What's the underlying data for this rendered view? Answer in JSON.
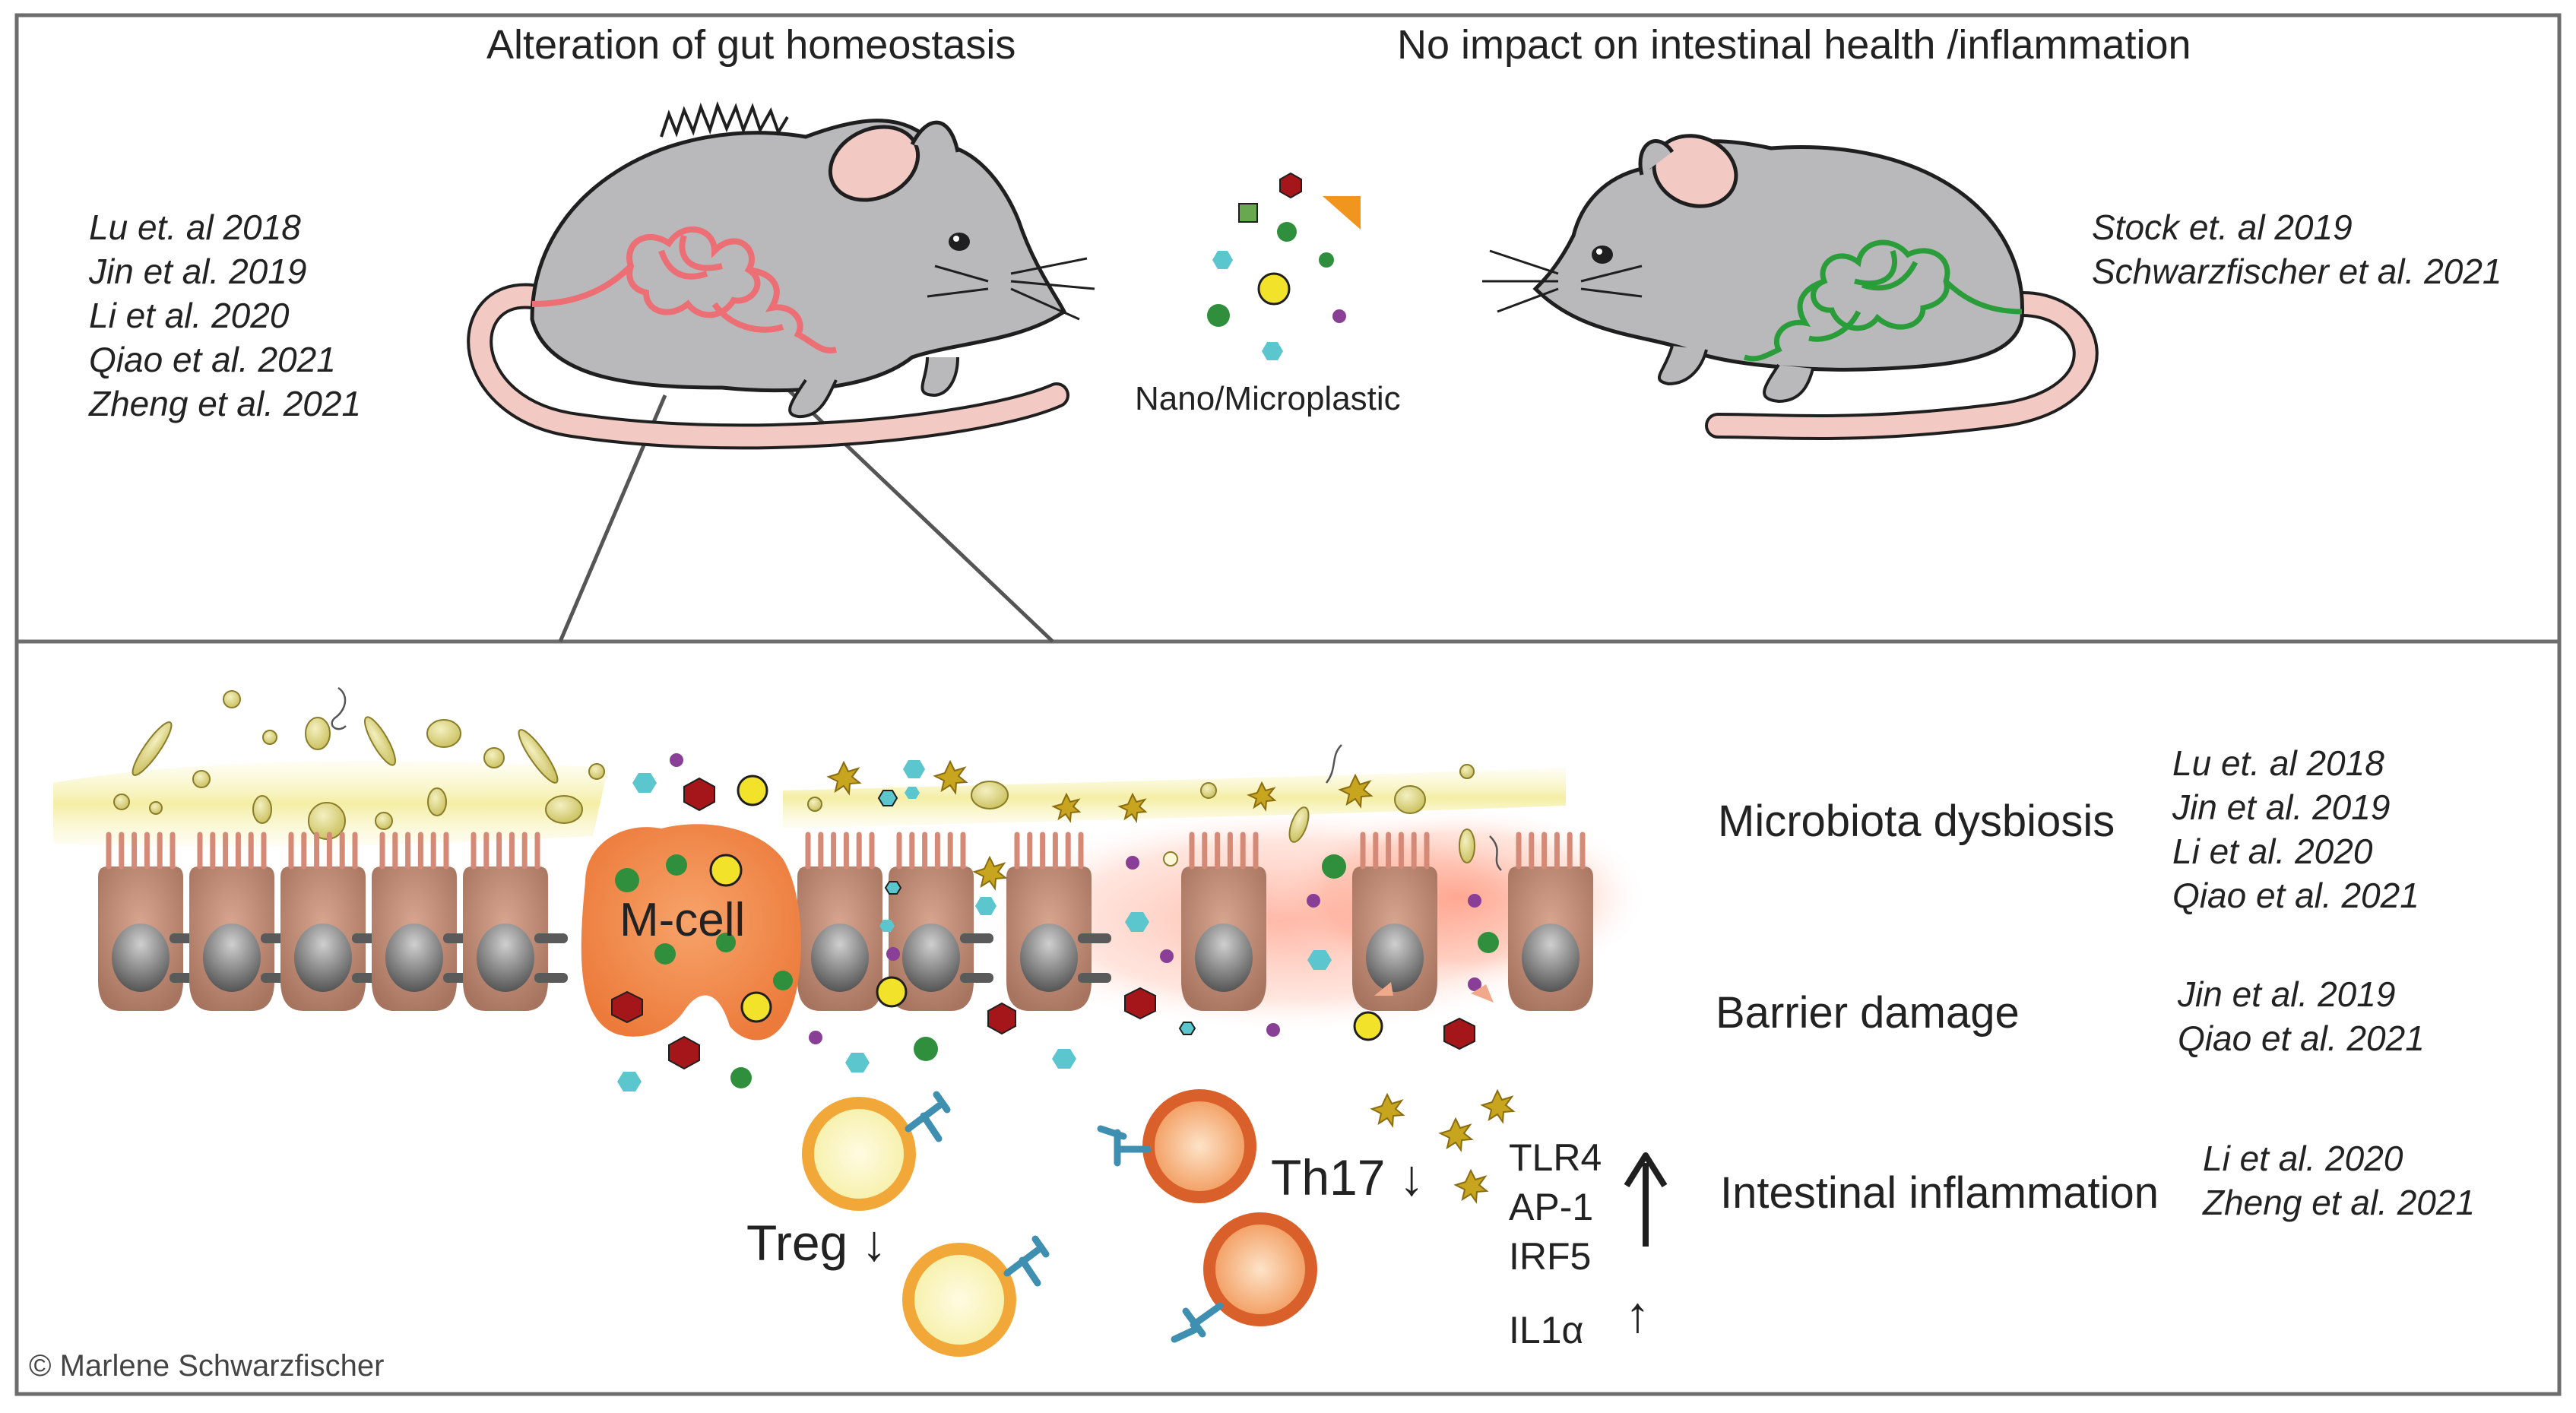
{
  "top": {
    "left_heading": "Alteration of gut homeostasis",
    "right_heading": "No impact on intestinal health /inflammation",
    "left_refs": [
      "Lu et. al 2018",
      "Jin et al. 2019",
      "Li et al. 2020",
      "Qiao et al. 2021",
      "Zheng et al. 2021"
    ],
    "right_refs": [
      "Stock et. al 2019",
      "Schwarzfischer et al. 2021"
    ],
    "particles_label": "Nano/Microplastic"
  },
  "bottom": {
    "mcell_label": "M-cell",
    "treg_label": "Treg",
    "th17_label": "Th17",
    "down_arrow": "↓",
    "up_arrow": "↑",
    "markers": [
      "TLR4",
      "AP-1",
      "IRF5"
    ],
    "il_marker": "IL1α",
    "effects": [
      {
        "label": "Microbiota dysbiosis",
        "refs": [
          "Lu et. al 2018",
          "Jin et al. 2019",
          "Li et al. 2020",
          "Qiao et al. 2021"
        ]
      },
      {
        "label": "Barrier damage",
        "refs": [
          "Jin et al. 2019",
          "Qiao et al. 2021"
        ]
      },
      {
        "label": "Intestinal inflammation",
        "refs": [
          "Li et al. 2020",
          "Zheng et al. 2021"
        ]
      }
    ],
    "copyright": "©  Marlene Schwarzfischer"
  },
  "colors": {
    "mouse": "#b9b9bb",
    "mouse_outline": "#1f1f1f",
    "ear_tail": "#f2c9c3",
    "inflamed_gut": "#ec6f75",
    "healthy_gut": "#2a9d3a",
    "epithelium": "#c48a72",
    "mcell": "#f08a45",
    "mucus": "#f3efb0",
    "treg": "#f2a838",
    "th17": "#d9602a",
    "receptor": "#3f8fb0",
    "particle_red": "#a4161a",
    "particle_green": "#2f8f3c",
    "particle_yellow": "#f2e32a",
    "particle_cyan": "#5cc6cf",
    "particle_purple": "#8a3f96",
    "particle_orange": "#f0961e"
  }
}
